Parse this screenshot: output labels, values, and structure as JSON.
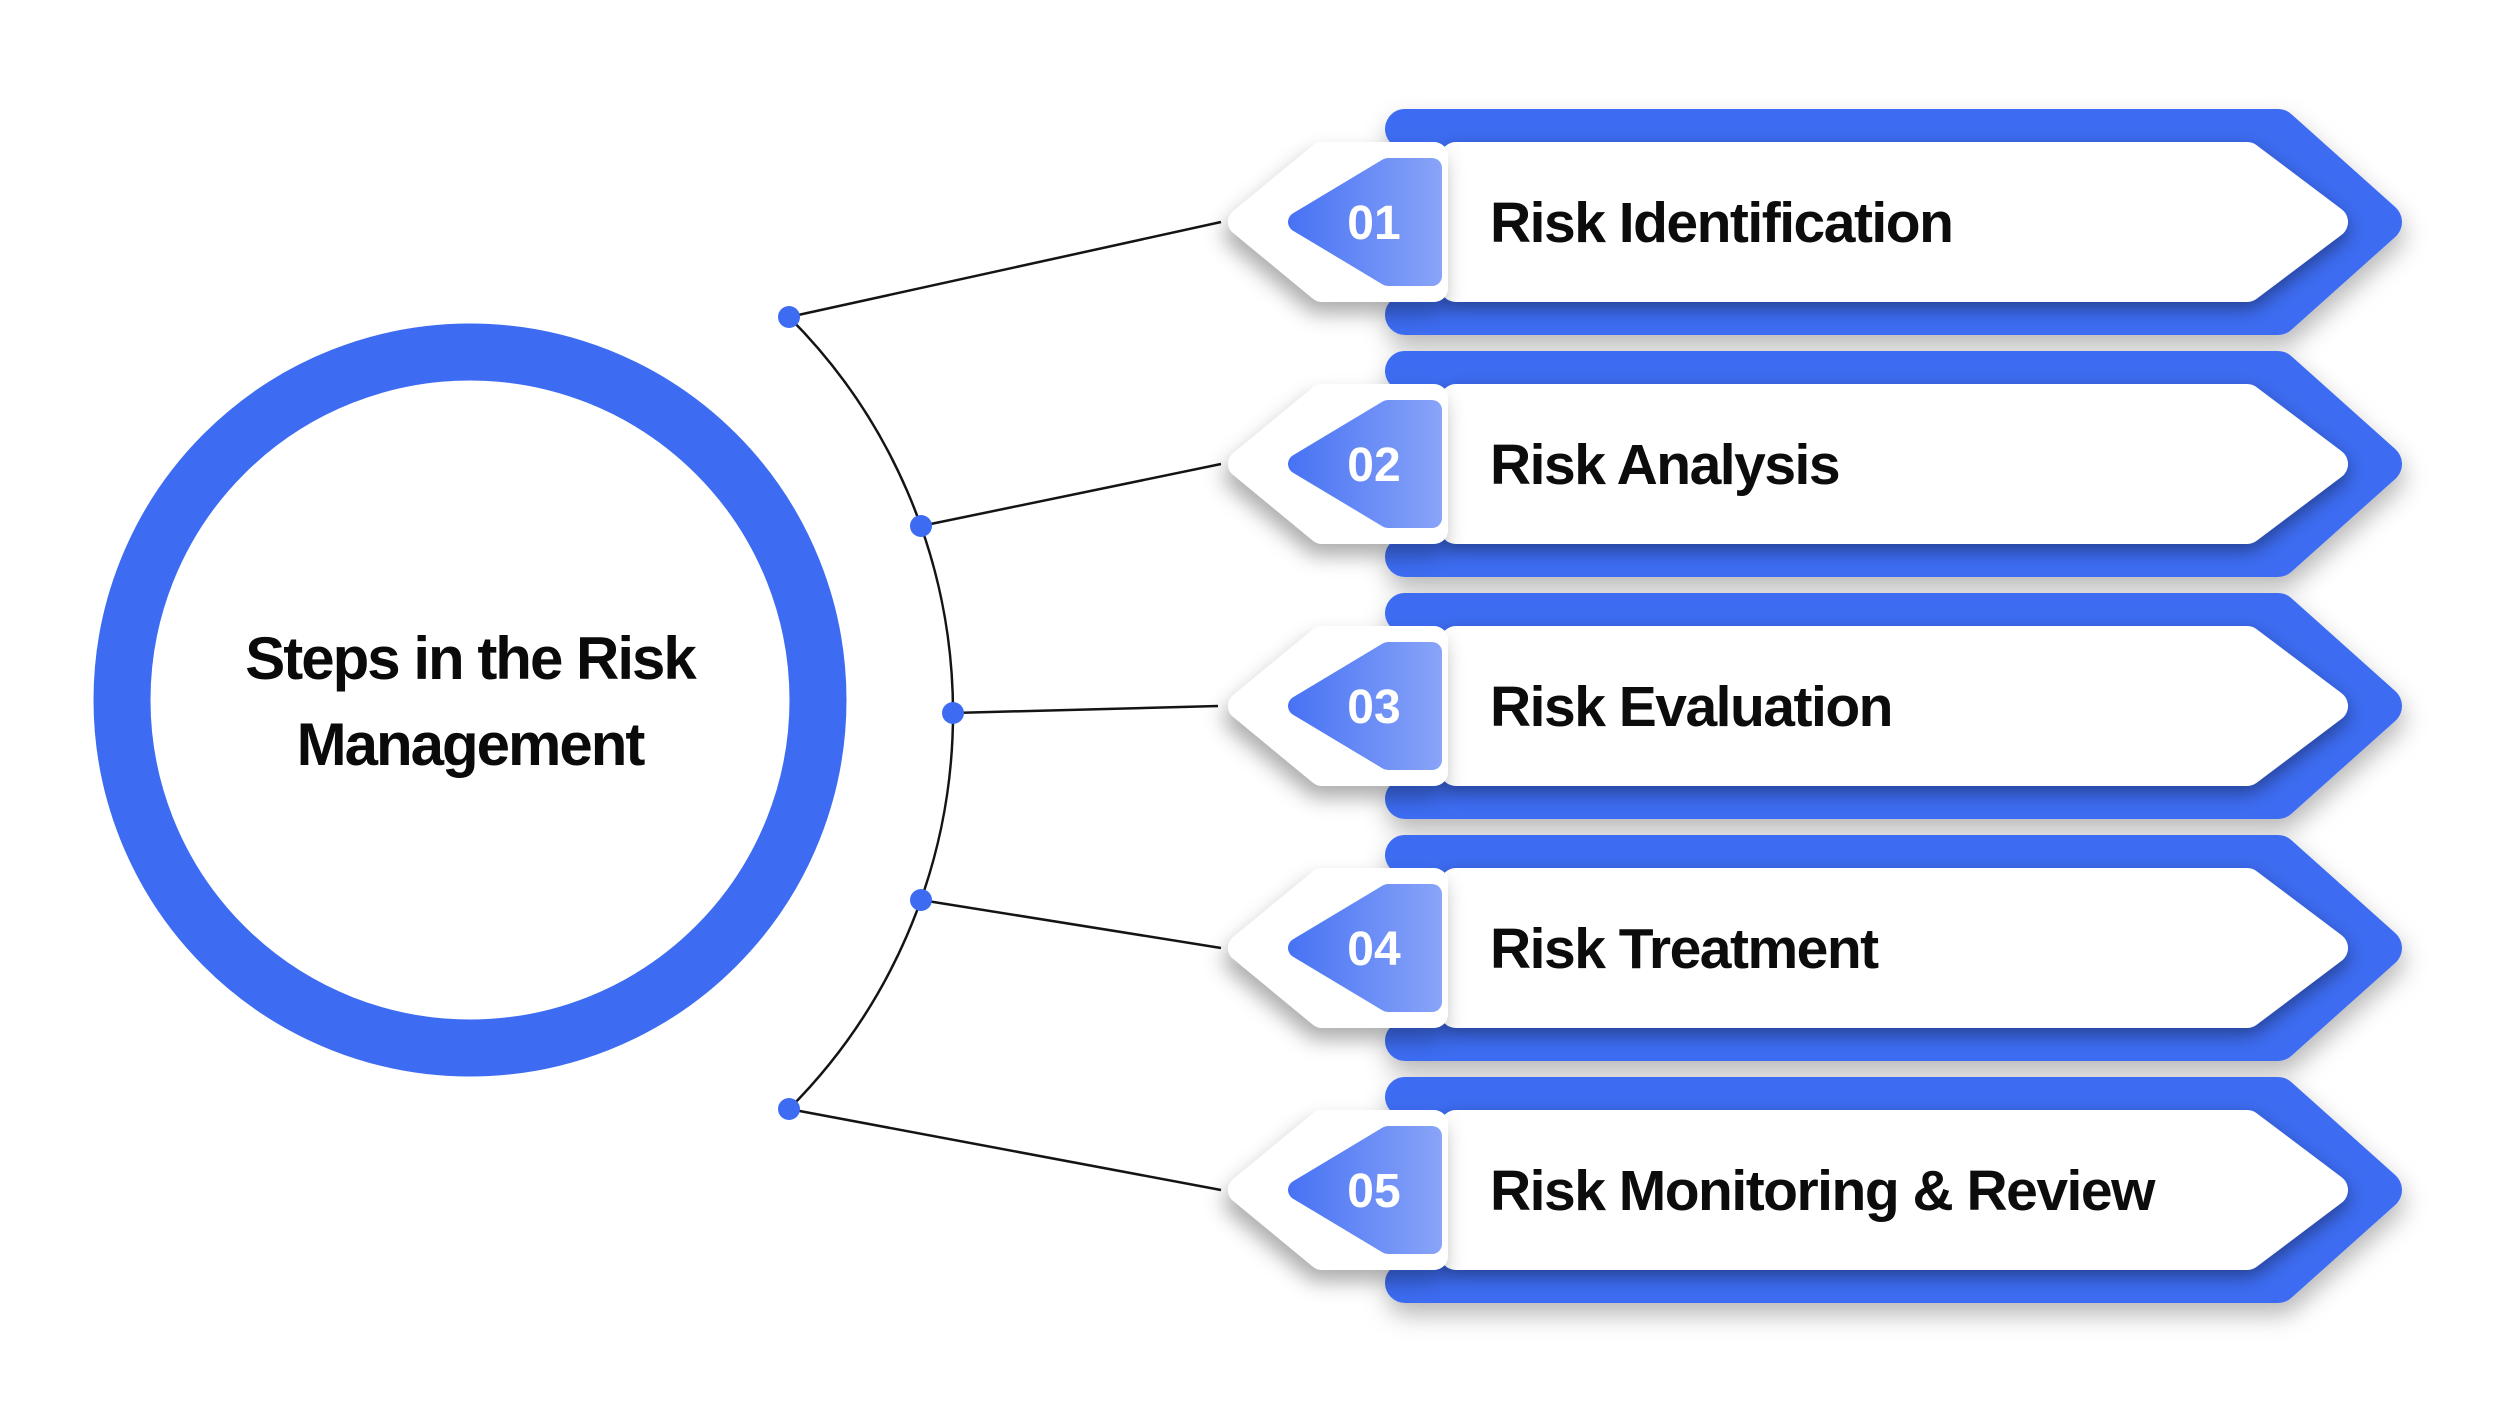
{
  "center": {
    "title_lines": [
      "Steps in the Risk",
      "Management"
    ]
  },
  "steps": [
    {
      "num": "01",
      "label": "Risk Identification"
    },
    {
      "num": "02",
      "label": "Risk Analysis"
    },
    {
      "num": "03",
      "label": "Risk Evaluation"
    },
    {
      "num": "04",
      "label": "Risk Treatment"
    },
    {
      "num": "05",
      "label": "Risk Monitoring & Review"
    }
  ],
  "colors": {
    "primary_blue": "#3D6CF2",
    "badge_gradient_start": "#4470F3",
    "badge_gradient_end": "#89A4F8",
    "text_black": "#0C0C0C",
    "connector_black": "#141414",
    "background": "#FFFFFF"
  }
}
